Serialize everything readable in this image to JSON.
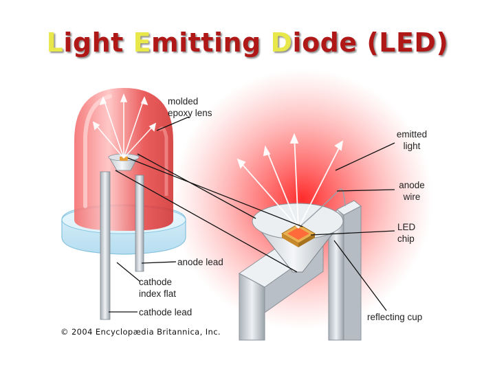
{
  "title": {
    "parts": [
      {
        "init": "L",
        "rest": "ight "
      },
      {
        "init": "E",
        "rest": "mitting "
      },
      {
        "init": "D",
        "rest": "iode (LED)"
      }
    ]
  },
  "colors": {
    "title_text": "#b01818",
    "title_initials": "#e8e84a",
    "led_red": "#e23030",
    "glow_red": "#ff2a2a",
    "lead_metal": "#c9ced3",
    "chip_gold": "#e0a838"
  },
  "labels": {
    "molded_epoxy_lens": [
      "molded",
      "epoxy lens"
    ],
    "emitted_light": [
      "emitted",
      "light"
    ],
    "anode_wire": [
      "anode",
      "wire"
    ],
    "led_chip": [
      "LED",
      "chip"
    ],
    "anode_lead": "anode lead",
    "cathode_index_flat": [
      "cathode",
      "index flat"
    ],
    "cathode_lead": "cathode lead",
    "reflecting_cup": "reflecting cup"
  },
  "copyright": "© 2004 Encyclopædia Britannica, Inc."
}
